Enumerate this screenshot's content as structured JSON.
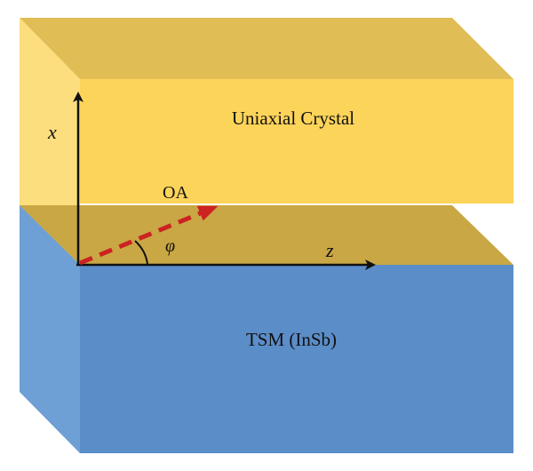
{
  "layers": {
    "top": {
      "label": "Uniaxial Crystal",
      "color_front": "#fdd45a",
      "color_top": "#e0bd55",
      "color_side": "#fcde7e"
    },
    "interface_band": {
      "color_front": "#c9a744",
      "color_top": "#b59845",
      "color_side": "#b9ae77"
    },
    "bottom": {
      "label": "TSM (InSb)",
      "color_front": "#5b8dc8",
      "color_side": "#6e9fd5"
    }
  },
  "axes": {
    "x_label": "x",
    "z_label": "z",
    "color": "#111111"
  },
  "optical_axis": {
    "label": "OA",
    "angle_label": "φ",
    "color": "#cc2222"
  }
}
